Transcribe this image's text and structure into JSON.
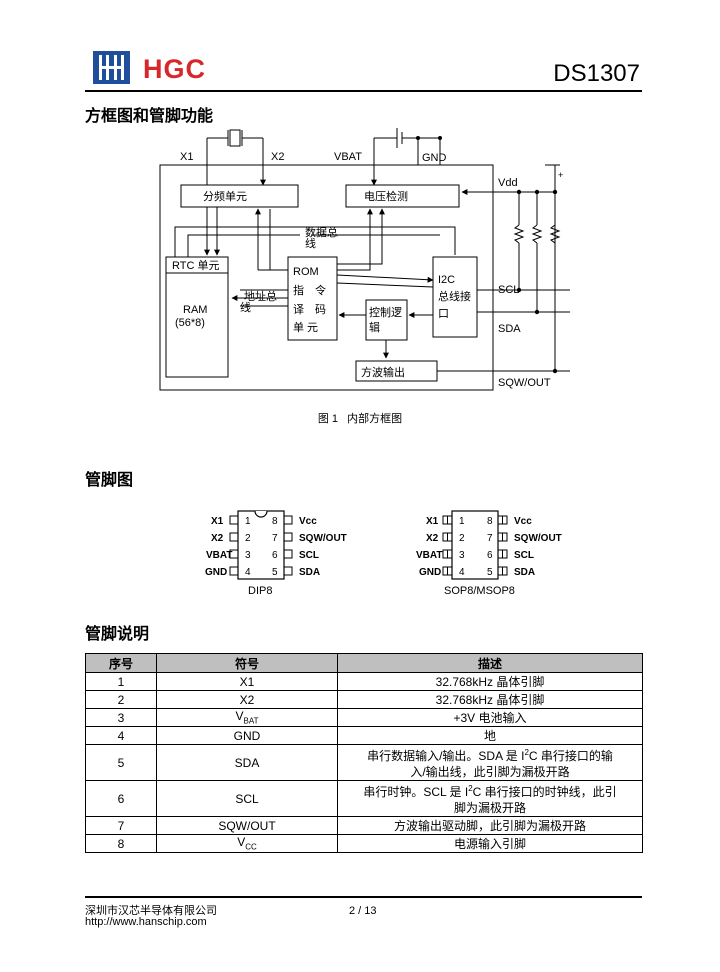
{
  "header": {
    "logo_text": "HGC",
    "doc_title": "DS1307"
  },
  "section1": {
    "title": "方框图和管脚功能",
    "diagram": {
      "x1": "X1",
      "x2": "X2",
      "vbat": "VBAT",
      "gnd": "GND",
      "vdd": "Vdd",
      "plus": "+",
      "divider": "分频单元",
      "voltage_detect": "电压检测",
      "data_bus_1": "数据总",
      "data_bus_2": "线",
      "rtc": "RTC 单元",
      "ram_1": "RAM",
      "ram_2": "(56*8)",
      "addr_bus_1": "地址总",
      "addr_bus_2": "线",
      "rom_1": "ROM",
      "rom_2": "指　令",
      "rom_3": "译　码",
      "rom_4": "单 元",
      "i2c_1": "I2C",
      "i2c_2": "总线接",
      "i2c_3": "口",
      "ctrl_1": "控制逻",
      "ctrl_2": "辑",
      "square": "方波输出",
      "scl": "SCL",
      "sda": "SDA",
      "sqw": "SQW/OUT"
    },
    "caption_num": "图 1",
    "caption_text": "内部方框图"
  },
  "section2": {
    "title": "管脚图",
    "dip_label": "DIP8",
    "sop_label": "SOP8/MSOP8",
    "pins_left": [
      "X1",
      "X2",
      "VBAT",
      "GND"
    ],
    "pins_right": [
      "Vcc",
      "SQW/OUT",
      "SCL",
      "SDA"
    ],
    "nums_left": [
      "1",
      "2",
      "3",
      "4"
    ],
    "nums_right": [
      "8",
      "7",
      "6",
      "5"
    ]
  },
  "section3": {
    "title": "管脚说明",
    "headers": [
      "序号",
      "符号",
      "描述"
    ],
    "rows": [
      {
        "no": "1",
        "sym": "X1",
        "desc": "32.768kHz 晶体引脚"
      },
      {
        "no": "2",
        "sym": "X2",
        "desc": "32.768kHz 晶体引脚"
      },
      {
        "no": "3",
        "sym": "V",
        "sub": "BAT",
        "desc": "+3V 电池输入"
      },
      {
        "no": "4",
        "sym": "GND",
        "desc": "地"
      },
      {
        "no": "5",
        "sym": "SDA",
        "desc1": "串行数据输入/输出。SDA 是 I",
        "sup": "2",
        "desc2": "C 串行接口的输",
        "desc3": "入/输出线，此引脚为漏极开路"
      },
      {
        "no": "6",
        "sym": "SCL",
        "desc1": "串行时钟。SCL 是 I",
        "sup": "2",
        "desc2": "C 串行接口的时钟线，此引",
        "desc3": "脚为漏极开路"
      },
      {
        "no": "7",
        "sym": "SQW/OUT",
        "desc": "方波输出驱动脚，此引脚为漏极开路"
      },
      {
        "no": "8",
        "sym": "V",
        "sub": "CC",
        "desc": "电源输入引脚"
      }
    ]
  },
  "footer": {
    "company": "深圳市汉芯半导体有限公司",
    "url": "http://www.hanschip.com",
    "page": "2 / 13"
  },
  "colors": {
    "logo_red": "#d9262b",
    "logo_blue": "#1f4e9c",
    "header_bg": "#bfbfbf"
  }
}
